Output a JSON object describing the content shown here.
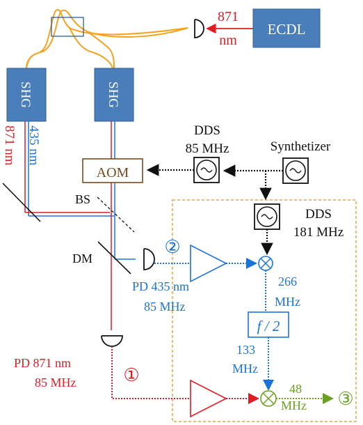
{
  "colors": {
    "fiber": "#f4a21d",
    "red": "#e11b22",
    "blue": "#1a73d9",
    "green": "#6aa121",
    "box": "#4a7ebb",
    "box_border": "#2f5f9a",
    "aom": "#7a4a1f",
    "box_frame": "#e8a33c",
    "dark": "#111111"
  },
  "labels": {
    "ecdl": "ECDL",
    "ecdl_wl_num": "871",
    "ecdl_wl_unit": "nm",
    "shg_left": "SHG",
    "shg_right": "SHG",
    "wl_red": "871 nm",
    "wl_blue": "435 nm",
    "aom": "AOM",
    "dds1_line1": "DDS",
    "dds1_line2": "85 MHz",
    "synth": "Synthetizer",
    "dds2_line1": "DDS",
    "dds2_line2": "181 MHz",
    "bs": "BS",
    "dm": "DM",
    "pd435_line1": "PD 435 nm",
    "pd435_line2": "85 MHz",
    "pd871_line1": "PD 871 nm",
    "pd871_line2": "85 MHz",
    "num1": "①",
    "num2": "②",
    "num3": "③",
    "mix_out_num": "266",
    "mix_out_unit": "MHz",
    "div_label": "f / 2",
    "div_out_num": "133",
    "div_out_unit": "MHz",
    "beat_num": "48",
    "beat_unit": "MHz"
  }
}
